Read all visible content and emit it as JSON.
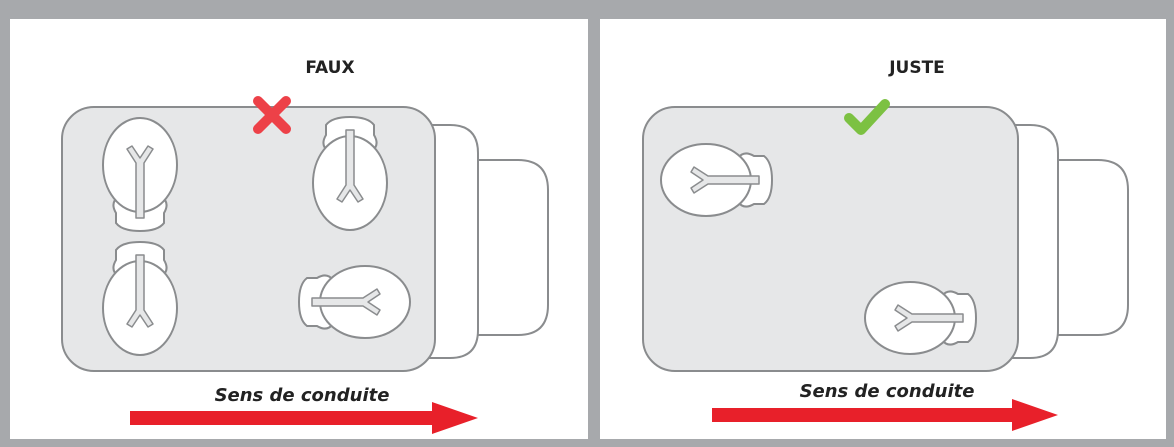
{
  "colors": {
    "frame": "#a7a9ac",
    "floor": "#e6e7e8",
    "outline": "#8a8c8e",
    "arrow": "#e8202a",
    "wrong": "#ed4148",
    "right": "#7cc142"
  },
  "panels": {
    "wrong": {
      "label": "FAUX",
      "mark_icon": "cross-icon",
      "direction_caption": "Sens de conduite",
      "seat_count": 4
    },
    "right": {
      "label": "JUSTE",
      "mark_icon": "check-icon",
      "direction_caption": "Sens de conduite",
      "seat_count": 2
    }
  }
}
